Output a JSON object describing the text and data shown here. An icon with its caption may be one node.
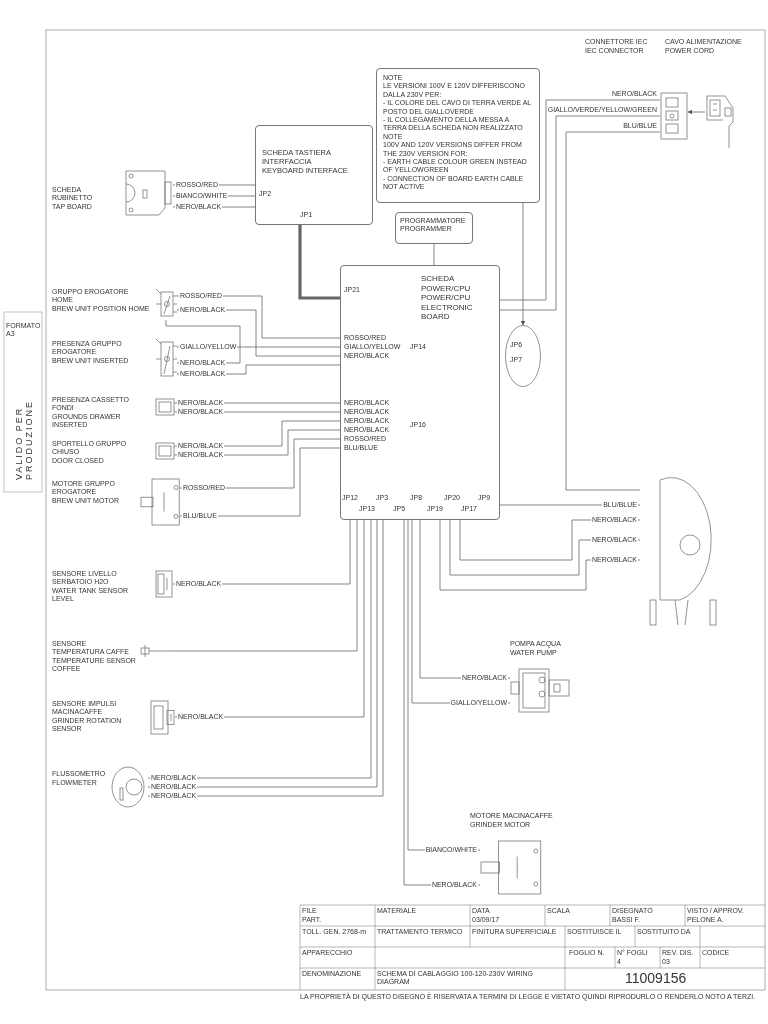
{
  "diagram": {
    "nodes": [
      {
        "text": [
          "SCHEDA TASTIERA INTERFACCIA",
          "KEYBOARD INTERFACE"
        ]
      },
      {
        "text": [
          "PROGRAMMATORE",
          "PROGRAMMER"
        ]
      },
      {
        "text": [
          "SCHEDA POWER/CPU",
          "POWER/CPU ELECTRONIC BOARD"
        ]
      },
      {
        "text": [
          "NOTE",
          "LE VERSIONI 100V E 120V DIFFERISCONO DALLA 230V PER:",
          "- IL COLORE DEL CAVO DI TERRA VERDE AL POSTO DEL GIALLOVERDE",
          "- IL COLLEGAMENTO DELLA MESSA A TERRA DELLA SCHEDA NON REALIZZATO",
          "NOTE",
          "100V AND 120V VERSIONS DIFFER FROM THE 230V VERSION FOR:",
          "- EARTH CABLE COLOUR GREEN INSTEAD OF YELLOWGREEN",
          "- CONNECTION OF BOARD EARTH CABLE NOT ACTIVE"
        ]
      },
      {
        "text": [],
        "shape": "picture",
        "beside": [
          "SCHEDA RUBINETTO",
          "TAP BOARD"
        ]
      },
      {
        "text": [],
        "shape": "picture",
        "beside": [
          "GRUPPO EROGATORE HOME",
          "BREW UNIT POSITION HOME"
        ]
      },
      {
        "text": [],
        "shape": "picture",
        "beside": [
          "PRESENZA GRUPPO EROGATORE",
          "BREW UNIT INSERTED"
        ]
      },
      {
        "text": [],
        "shape": "picture",
        "beside": [
          "PRESENZA CASSETTO FONDI",
          "GROUNDS DRAWER INSERTED"
        ]
      },
      {
        "text": [],
        "shape": "picture",
        "beside": [
          "SPORTELLO GRUPPO CHIUSO",
          "DOOR CLOSED"
        ]
      },
      {
        "text": [],
        "shape": "picture",
        "beside": [
          "MOTORE GRUPPO EROGATORE",
          "BREW UNIT MOTOR"
        ]
      },
      {
        "text": [],
        "shape": "picture",
        "beside": [
          "SENSORE LIVELLO SERBATOIO H2O",
          "WATER TANK SENSOR LEVEL"
        ]
      },
      {
        "text": [],
        "shape": "picture",
        "beside": [
          "SENSORE TEMPERATURA CAFFE",
          "TEMPERATURE SENSOR COFFEE"
        ]
      },
      {
        "text": [],
        "shape": "picture",
        "beside": [
          "SENSORE IMPULSI MACINACAFFE",
          "GRINDER ROTATION SENSOR"
        ]
      },
      {
        "text": [],
        "shape": "picture",
        "beside": [
          "FLUSSOMETRO",
          "FLOWMETER"
        ]
      },
      {
        "text": [],
        "shape": "picture",
        "beside": [
          "MOTORE MACINACAFFE",
          "GRINDER MOTOR"
        ]
      },
      {
        "text": [],
        "shape": "picture",
        "beside": [
          "POMPA ACQUA",
          "WATER PUMP"
        ]
      },
      {
        "text": [],
        "shape": "picture"
      },
      {
        "text": [],
        "shape": "picture",
        "beside": [
          "CONNETTORE IEC",
          "IEC CONNECTOR"
        ]
      },
      {
        "text": [],
        "shape": "picture",
        "beside": [
          "CAVO ALIMENTAZIONE",
          "POWER CORD"
        ]
      },
      {
        "text": [],
        "shape": "circle"
      }
    ],
    "edges": [
      {
        "from": 4,
        "to": 0,
        "arrow": "none",
        "label": "ROSSO/RED"
      },
      {
        "from": 4,
        "to": 0,
        "arrow": "none",
        "label": "BIANCO/WHITE"
      },
      {
        "from": 4,
        "to": 0,
        "arrow": "none",
        "label": "NERO/BLACK"
      },
      {
        "from": 0,
        "to": 2,
        "arrow": "none",
        "style": "thick"
      },
      {
        "from": 1,
        "to": 2,
        "arrow": "none"
      },
      {
        "from": 5,
        "to": 2,
        "arrow": "none",
        "label": "ROSSO/RED"
      },
      {
        "from": 5,
        "to": 2,
        "arrow": "none",
        "label": "NERO/BLACK"
      },
      {
        "from": 6,
        "to": 2,
        "arrow": "none",
        "label": "GIALLO/YELLOW"
      },
      {
        "from": 6,
        "to": 5,
        "arrow": "none",
        "label": "NERO/BLACK"
      },
      {
        "from": 6,
        "to": 2,
        "arrow": "none",
        "label": "NERO/BLACK"
      },
      {
        "from": 7,
        "to": 2,
        "arrow": "none",
        "label": "NERO/BLACK"
      },
      {
        "from": 7,
        "to": 2,
        "arrow": "none",
        "label": "NERO/BLACK"
      },
      {
        "from": 8,
        "to": 2,
        "arrow": "none",
        "label": "NERO/BLACK"
      },
      {
        "from": 8,
        "to": 2,
        "arrow": "none",
        "label": "NERO/BLACK"
      },
      {
        "from": 9,
        "to": 2,
        "arrow": "none",
        "label": "ROSSO/RED"
      },
      {
        "from": 9,
        "to": 2,
        "arrow": "none",
        "label": "BLU/BLUE"
      },
      {
        "from": 10,
        "to": 2,
        "arrow": "none",
        "label": "NERO/BLACK"
      },
      {
        "from": 11,
        "to": 2,
        "arrow": "none"
      },
      {
        "from": 12,
        "to": 2,
        "arrow": "none",
        "label": "NERO/BLACK"
      },
      {
        "from": 13,
        "to": 2,
        "arrow": "none",
        "label": "NERO/BLACK"
      },
      {
        "from": 13,
        "to": 2,
        "arrow": "none",
        "label": "NERO/BLACK"
      },
      {
        "from": 13,
        "to": 2,
        "arrow": "none",
        "label": "NERO/BLACK"
      },
      {
        "from": 14,
        "to": 2,
        "arrow": "none",
        "label": "BIANCO/WHITE"
      },
      {
        "from": 14,
        "to": 2,
        "arrow": "none",
        "label": "NERO/BLACK"
      },
      {
        "from": 15,
        "to": 2,
        "arrow": "none",
        "label": "NERO/BLACK"
      },
      {
        "from": 15,
        "to": 2,
        "arrow": "none",
        "label": "GIALLO/YELLOW"
      },
      {
        "from": 17,
        "to": 16,
        "arrow": "none",
        "label": "BLU/BLUE"
      },
      {
        "from": 17,
        "to": 2,
        "arrow": "none",
        "label": "NERO/BLACK"
      },
      {
        "from": 17,
        "to": 2,
        "arrow": "none",
        "label": "GIALLO/VERDE/YELLOW/GREEN"
      },
      {
        "from": 16,
        "to": 2,
        "arrow": "none",
        "label": "BLU/BLUE"
      },
      {
        "from": 16,
        "to": 2,
        "arrow": "none",
        "label": "NERO/BLACK"
      },
      {
        "from": 16,
        "to": 2,
        "arrow": "none",
        "label": "NERO/BLACK"
      },
      {
        "from": 16,
        "to": 2,
        "arrow": "none",
        "label": "NERO/BLACK"
      },
      {
        "from": 18,
        "to": 17,
        "arrow": "to"
      },
      {
        "from": 3,
        "to": 19,
        "arrow": "to"
      }
    ],
    "labels": [
      "JP2",
      "JP1",
      "JP21",
      "ROSSO/RED",
      "GIALLO/YELLOW",
      "NERO/BLACK",
      "JP14",
      "NERO/BLACK",
      "NERO/BLACK",
      "NERO/BLACK",
      "NERO/BLACK",
      "ROSSO/RED",
      "BLU/BLUE",
      "JP16",
      "JP12",
      "JP13",
      "JP3",
      "JP5",
      "JP8",
      "JP19",
      "JP20",
      "JP17",
      "JP9",
      "JP6",
      "JP7",
      "FORMATO A3",
      "VALIDO PER PRODUZIONE",
      "DATA",
      "SCALA",
      "03/09/17",
      "DISEGNATO",
      "VISTO / APPROV.",
      "BASSI F.",
      "PELONE A.",
      "SOSTITUISCE IL",
      "SOSTITUITO DA",
      "FILE",
      "PART.",
      "MATERIALE",
      "TOLL. GEN. 2768-m",
      "TRATTAMENTO TERMICO",
      "FINITURA SUPERFICIALE",
      "APPARECCHIO",
      "DENOMINAZIONE",
      "SCHEMA DI CABLAGGIO 100-120-230V WIRING DIAGRAM",
      "CODICE",
      "11009156",
      "FOGLIO N.",
      "N° FOGLI",
      "REV. DIS.",
      "4",
      "03",
      "LA PROPRIETÀ DI QUESTO DISEGNO È RISERVATA A TERMINI DI LEGGE E VIETATO QUINDI RIPRODURLO O RENDERLO NOTO A TERZI."
    ]
  }
}
